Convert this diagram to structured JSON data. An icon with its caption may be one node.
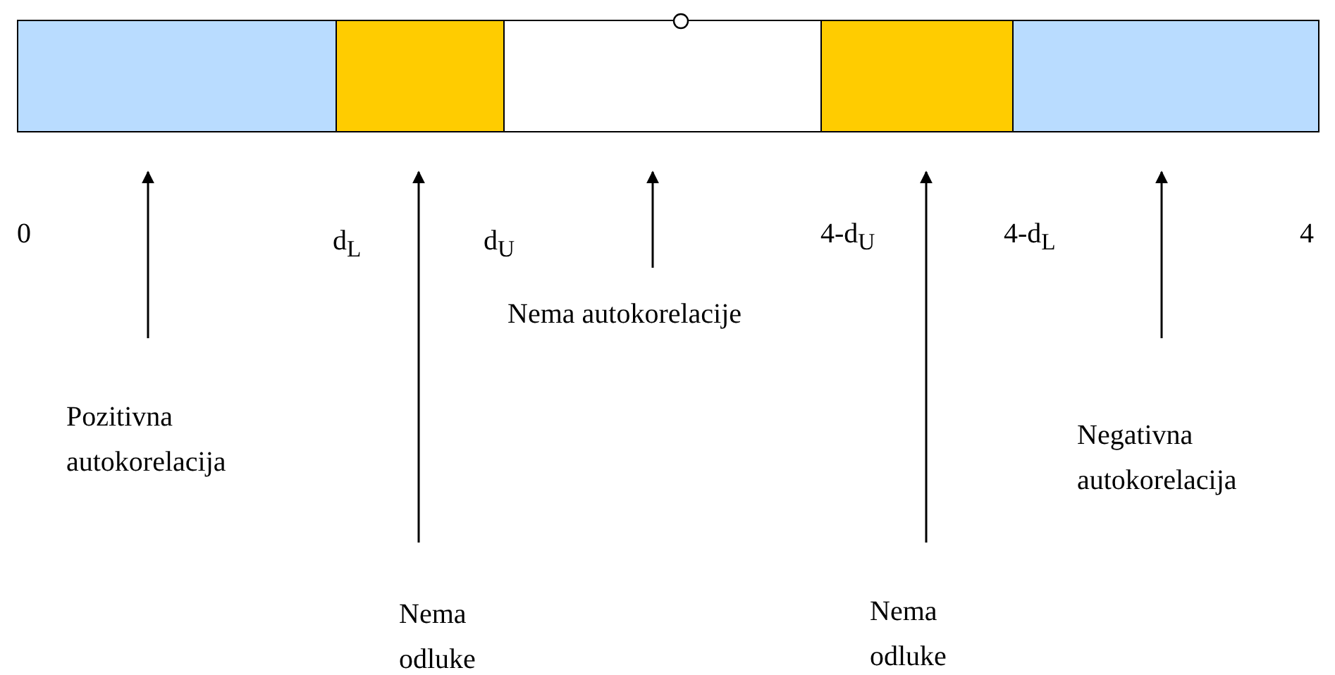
{
  "diagram": {
    "nodes": [
      {
        "text": [],
        "shape": "box"
      },
      {
        "text": [],
        "shape": "box"
      },
      {
        "text": [],
        "shape": "box"
      },
      {
        "text": [],
        "shape": "box"
      },
      {
        "text": [],
        "shape": "box"
      },
      {
        "text": [
          "Pozitivna autokorelacija"
        ]
      },
      {
        "text": [
          "Nema odluke"
        ]
      },
      {
        "text": [
          "Nema autokorelacije"
        ]
      },
      {
        "text": [
          "Nema odluke"
        ]
      },
      {
        "text": [
          "Negativna autokorelacija"
        ]
      }
    ],
    "edges": [
      {
        "from": 5,
        "to": 0,
        "arrow": "to"
      },
      {
        "from": 6,
        "to": 1,
        "arrow": "to"
      },
      {
        "from": 7,
        "to": 2,
        "arrow": "to"
      },
      {
        "from": 8,
        "to": 3,
        "arrow": "to"
      },
      {
        "from": 9,
        "to": 4,
        "arrow": "to"
      }
    ],
    "labels": [
      "0",
      "d$_{L}$",
      "d$_{U}$",
      "4-d$_{U}$",
      "4-d$_{L}$",
      "4"
    ]
  }
}
